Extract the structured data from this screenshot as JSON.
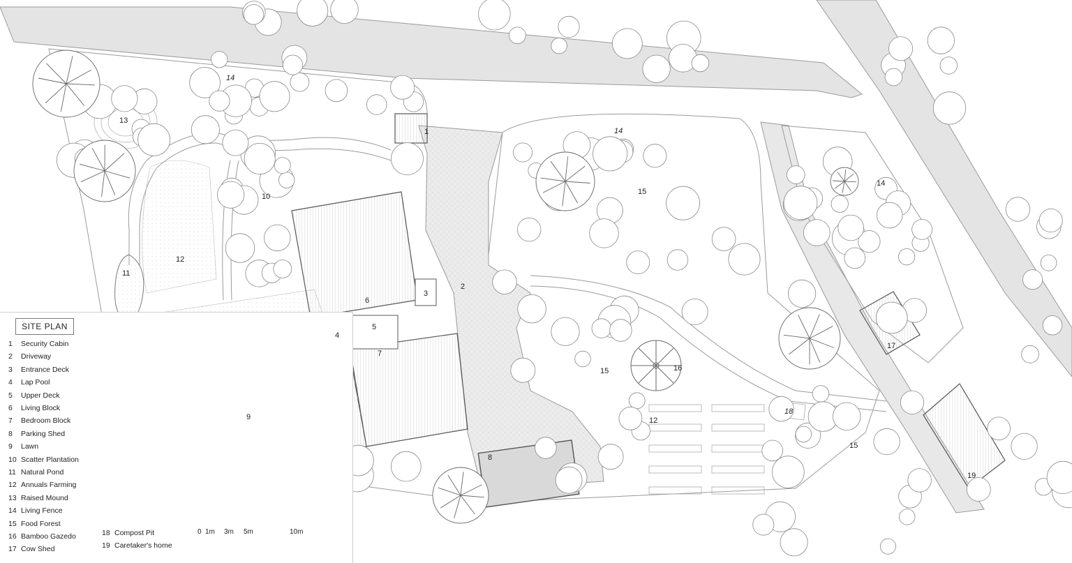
{
  "legend": {
    "title": "SITE PLAN",
    "items": [
      {
        "num": "1",
        "label": "Security Cabin"
      },
      {
        "num": "2",
        "label": "Driveway"
      },
      {
        "num": "3",
        "label": "Entrance Deck"
      },
      {
        "num": "4",
        "label": "Lap Pool"
      },
      {
        "num": "5",
        "label": "Upper Deck"
      },
      {
        "num": "6",
        "label": "Living Block"
      },
      {
        "num": "7",
        "label": "Bedroom Block"
      },
      {
        "num": "8",
        "label": "Parking Shed"
      },
      {
        "num": "9",
        "label": "Lawn"
      },
      {
        "num": "10",
        "label": "Scatter Plantation"
      },
      {
        "num": "11",
        "label": "Natural Pond"
      },
      {
        "num": "12",
        "label": "Annuals Farming"
      },
      {
        "num": "13",
        "label": "Raised Mound"
      },
      {
        "num": "14",
        "label": "Living Fence"
      },
      {
        "num": "15",
        "label": "Food Forest"
      },
      {
        "num": "16",
        "label": "Bamboo Gazedo"
      },
      {
        "num": "17",
        "label": "Cow Shed"
      },
      {
        "num": "18",
        "label": "Compost Pit"
      },
      {
        "num": "19",
        "label": "Caretaker's home"
      }
    ]
  },
  "scale": {
    "ticks": [
      "0",
      "1m",
      "3m",
      "5m",
      "10m"
    ]
  },
  "plan_labels": {
    "security_cabin": "1",
    "driveway": "2",
    "entrance_deck": "3",
    "lap_pool": "4",
    "upper_deck": "5",
    "living_block": "6",
    "bedroom_block": "7",
    "parking_shed": "8",
    "lawn": "9",
    "scatter_plantation": "10",
    "natural_pond": "11",
    "annuals_farming_west": "12",
    "annuals_farming_east": "12",
    "raised_mound": "13",
    "living_fence_north": "14",
    "living_fence_middle": "14",
    "living_fence_east": "14",
    "food_forest_north": "15",
    "food_forest_south": "15",
    "food_forest_east": "15",
    "bamboo_gazebo": "16",
    "cow_shed": "17",
    "compost_pit": "18",
    "caretakers_home": "19"
  },
  "colors": {
    "road": "#e4e4e4",
    "road_edge": "#9a9a9a",
    "paving": "#e8e8e8",
    "line": "#555555",
    "parking_fill": "#d9d9d9"
  }
}
